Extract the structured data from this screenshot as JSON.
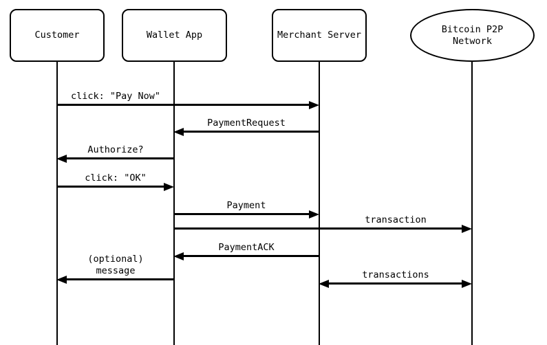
{
  "diagram": {
    "type": "sequence-diagram",
    "colors": {
      "line": "#000000",
      "background": "#ffffff",
      "text": "#000000"
    },
    "participants": [
      {
        "label": "Customer",
        "shape": "rounded-rect"
      },
      {
        "label": "Wallet App",
        "shape": "rounded-rect"
      },
      {
        "label": "Merchant Server",
        "shape": "rounded-rect"
      },
      {
        "label": "Bitcoin P2P Network",
        "shape": "ellipse"
      }
    ],
    "messages": [
      {
        "label": "click: \"Pay Now\"",
        "from": "Customer",
        "to": "Merchant Server",
        "direction": "right"
      },
      {
        "label": "PaymentRequest",
        "from": "Merchant Server",
        "to": "Wallet App",
        "direction": "left"
      },
      {
        "label": "Authorize?",
        "from": "Wallet App",
        "to": "Customer",
        "direction": "left"
      },
      {
        "label": "click: \"OK\"",
        "from": "Customer",
        "to": "Wallet App",
        "direction": "right"
      },
      {
        "label": "Payment",
        "from": "Wallet App",
        "to": "Merchant Server",
        "direction": "right"
      },
      {
        "label": "transaction",
        "from": "Wallet App",
        "to": "Bitcoin P2P Network",
        "direction": "right"
      },
      {
        "label": "PaymentACK",
        "from": "Merchant Server",
        "to": "Wallet App",
        "direction": "left"
      },
      {
        "label": "(optional) message",
        "from": "Wallet App",
        "to": "Customer",
        "direction": "left"
      },
      {
        "label": "transactions",
        "from": "Merchant Server",
        "to": "Bitcoin P2P Network",
        "direction": "both"
      }
    ]
  }
}
